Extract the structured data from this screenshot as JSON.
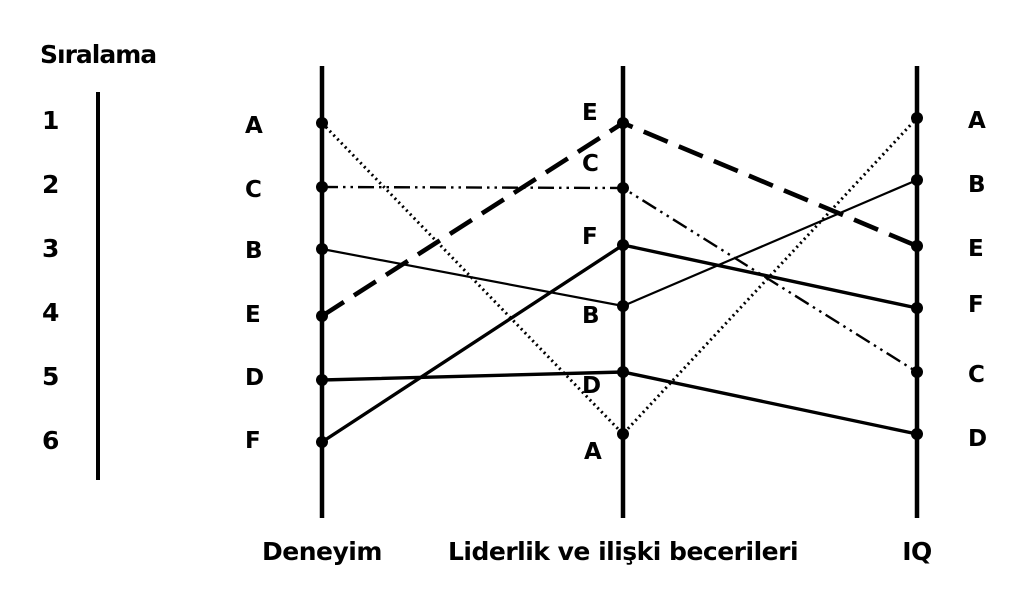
{
  "title": "Sıralama",
  "ranks": [
    "1",
    "2",
    "3",
    "4",
    "5",
    "6"
  ],
  "axes": [
    "Deneyim",
    "Liderlik ve ilişki becerileri",
    "IQ"
  ],
  "item_labels": {
    "deneyim": [
      "A",
      "C",
      "B",
      "E",
      "D",
      "F"
    ],
    "liderlik": [
      "E",
      "C",
      "F",
      "B",
      "D",
      "A"
    ],
    "iq": [
      "A",
      "B",
      "E",
      "F",
      "C",
      "D"
    ]
  },
  "chart_data": {
    "type": "parallel-coordinates",
    "axes": [
      "Deneyim",
      "Liderlik ve ilişki becerileri",
      "IQ"
    ],
    "series": [
      {
        "name": "A",
        "values": [
          1,
          6,
          1
        ]
      },
      {
        "name": "B",
        "values": [
          3,
          4,
          2
        ]
      },
      {
        "name": "C",
        "values": [
          2,
          2,
          5
        ]
      },
      {
        "name": "D",
        "values": [
          5,
          5,
          6
        ]
      },
      {
        "name": "E",
        "values": [
          4,
          1,
          3
        ]
      },
      {
        "name": "F",
        "values": [
          6,
          3,
          4
        ]
      }
    ]
  }
}
